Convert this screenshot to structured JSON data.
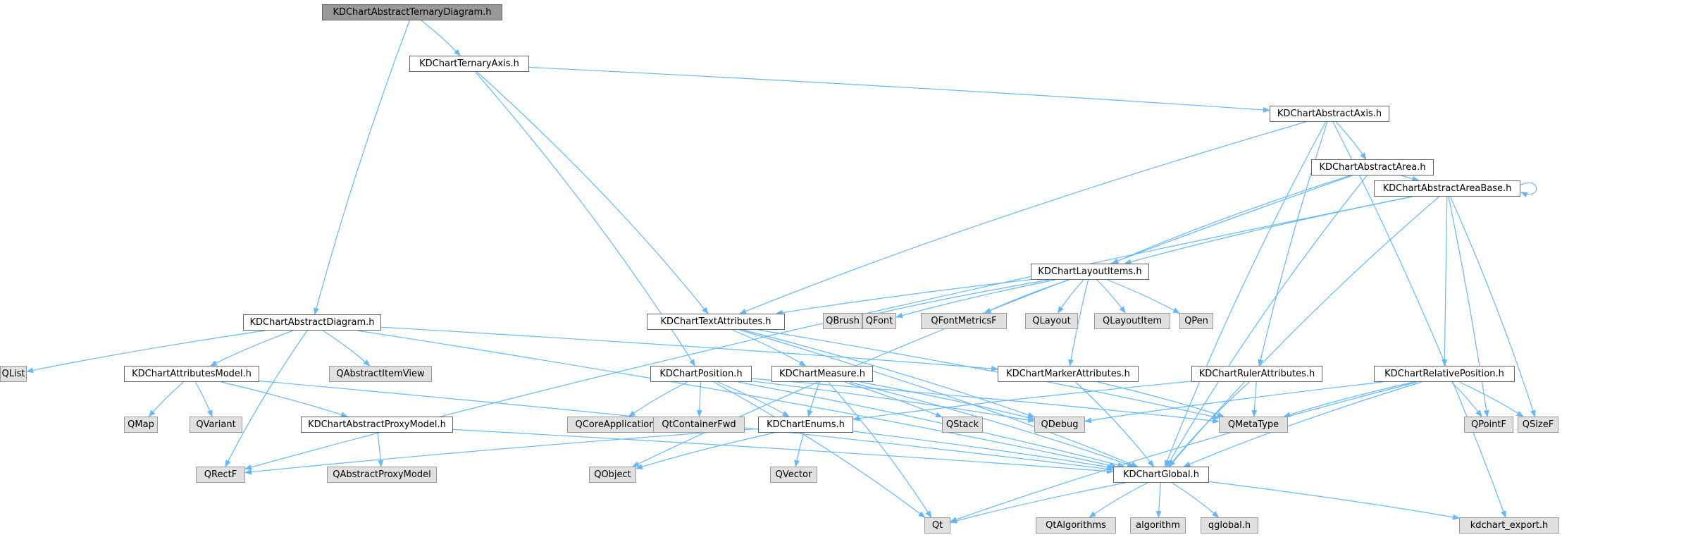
{
  "colors": {
    "edge": "#63b8ff",
    "root_fill": "#999999",
    "header_fill": "#ffffff",
    "external_fill": "#e0e0e0"
  },
  "nodes": [
    {
      "id": "KDChartAbstractTernaryDiagram.h",
      "kind": "root"
    },
    {
      "id": "KDChartTernaryAxis.h",
      "kind": "header"
    },
    {
      "id": "KDChartAbstractAxis.h",
      "kind": "header"
    },
    {
      "id": "KDChartAbstractArea.h",
      "kind": "header"
    },
    {
      "id": "KDChartAbstractAreaBase.h",
      "kind": "header"
    },
    {
      "id": "KDChartLayoutItems.h",
      "kind": "header"
    },
    {
      "id": "KDChartAbstractDiagram.h",
      "kind": "header"
    },
    {
      "id": "KDChartTextAttributes.h",
      "kind": "header"
    },
    {
      "id": "QBrush",
      "kind": "external"
    },
    {
      "id": "QFont",
      "kind": "external"
    },
    {
      "id": "QFontMetricsF",
      "kind": "external"
    },
    {
      "id": "QLayout",
      "kind": "external"
    },
    {
      "id": "QLayoutItem",
      "kind": "external"
    },
    {
      "id": "QPen",
      "kind": "external"
    },
    {
      "id": "QList",
      "kind": "external"
    },
    {
      "id": "QAbstractItemView",
      "kind": "external"
    },
    {
      "id": "KDChartAttributesModel.h",
      "kind": "header"
    },
    {
      "id": "KDChartPosition.h",
      "kind": "header"
    },
    {
      "id": "KDChartMeasure.h",
      "kind": "header"
    },
    {
      "id": "KDChartMarkerAttributes.h",
      "kind": "header"
    },
    {
      "id": "KDChartRulerAttributes.h",
      "kind": "header"
    },
    {
      "id": "KDChartRelativePosition.h",
      "kind": "header"
    },
    {
      "id": "QMap",
      "kind": "external"
    },
    {
      "id": "QVariant",
      "kind": "external"
    },
    {
      "id": "KDChartAbstractProxyModel.h",
      "kind": "header"
    },
    {
      "id": "QCoreApplication",
      "kind": "external"
    },
    {
      "id": "QtContainerFwd",
      "kind": "external"
    },
    {
      "id": "KDChartEnums.h",
      "kind": "header"
    },
    {
      "id": "QStack",
      "kind": "external"
    },
    {
      "id": "QDebug",
      "kind": "external"
    },
    {
      "id": "QMetaType",
      "kind": "external"
    },
    {
      "id": "QPointF",
      "kind": "external"
    },
    {
      "id": "QSizeF",
      "kind": "external"
    },
    {
      "id": "QRectF",
      "kind": "external"
    },
    {
      "id": "QAbstractProxyModel",
      "kind": "external"
    },
    {
      "id": "QObject",
      "kind": "external"
    },
    {
      "id": "QVector",
      "kind": "external"
    },
    {
      "id": "KDChartGlobal.h",
      "kind": "header"
    },
    {
      "id": "Qt",
      "kind": "external"
    },
    {
      "id": "QtAlgorithms",
      "kind": "external"
    },
    {
      "id": "algorithm",
      "kind": "external"
    },
    {
      "id": "qglobal.h",
      "kind": "external"
    },
    {
      "id": "kdchart_export.h",
      "kind": "external"
    }
  ],
  "edges": [
    [
      "KDChartAbstractTernaryDiagram.h",
      "KDChartTernaryAxis.h"
    ],
    [
      "KDChartAbstractTernaryDiagram.h",
      "KDChartAbstractDiagram.h"
    ],
    [
      "KDChartTernaryAxis.h",
      "KDChartAbstractAxis.h"
    ],
    [
      "KDChartTernaryAxis.h",
      "KDChartTextAttributes.h"
    ],
    [
      "KDChartTernaryAxis.h",
      "KDChartPosition.h"
    ],
    [
      "KDChartAbstractAxis.h",
      "KDChartAbstractArea.h"
    ],
    [
      "KDChartAbstractAxis.h",
      "KDChartTextAttributes.h"
    ],
    [
      "KDChartAbstractAxis.h",
      "KDChartRulerAttributes.h"
    ],
    [
      "KDChartAbstractAxis.h",
      "KDChartGlobal.h"
    ],
    [
      "KDChartAbstractAxis.h",
      "kdchart_export.h"
    ],
    [
      "KDChartAbstractArea.h",
      "KDChartAbstractAreaBase.h"
    ],
    [
      "KDChartAbstractArea.h",
      "KDChartLayoutItems.h"
    ],
    [
      "KDChartAbstractArea.h",
      "QObject"
    ],
    [
      "KDChartAbstractArea.h",
      "KDChartGlobal.h"
    ],
    [
      "KDChartAbstractAreaBase.h",
      "KDChartAbstractAreaBase.h"
    ],
    [
      "KDChartAbstractAreaBase.h",
      "KDChartLayoutItems.h"
    ],
    [
      "KDChartAbstractAreaBase.h",
      "KDChartRelativePosition.h"
    ],
    [
      "KDChartAbstractAreaBase.h",
      "QPointF"
    ],
    [
      "KDChartAbstractAreaBase.h",
      "QSizeF"
    ],
    [
      "KDChartAbstractAreaBase.h",
      "QRectF"
    ],
    [
      "KDChartAbstractAreaBase.h",
      "KDChartGlobal.h"
    ],
    [
      "KDChartLayoutItems.h",
      "KDChartTextAttributes.h"
    ],
    [
      "KDChartLayoutItems.h",
      "QBrush"
    ],
    [
      "KDChartLayoutItems.h",
      "QFont"
    ],
    [
      "KDChartLayoutItems.h",
      "QFontMetricsF"
    ],
    [
      "KDChartLayoutItems.h",
      "QLayout"
    ],
    [
      "KDChartLayoutItems.h",
      "QLayoutItem"
    ],
    [
      "KDChartLayoutItems.h",
      "QPen"
    ],
    [
      "KDChartLayoutItems.h",
      "KDChartMarkerAttributes.h"
    ],
    [
      "KDChartAbstractDiagram.h",
      "QList"
    ],
    [
      "KDChartAbstractDiagram.h",
      "QAbstractItemView"
    ],
    [
      "KDChartAbstractDiagram.h",
      "KDChartAttributesModel.h"
    ],
    [
      "KDChartAbstractDiagram.h",
      "KDChartMarkerAttributes.h"
    ],
    [
      "KDChartAbstractDiagram.h",
      "QRectF"
    ],
    [
      "KDChartAbstractDiagram.h",
      "KDChartGlobal.h"
    ],
    [
      "KDChartTextAttributes.h",
      "KDChartMeasure.h"
    ],
    [
      "KDChartTextAttributes.h",
      "QDebug"
    ],
    [
      "KDChartTextAttributes.h",
      "QMetaType"
    ],
    [
      "KDChartTextAttributes.h",
      "KDChartGlobal.h"
    ],
    [
      "KDChartAttributesModel.h",
      "QMap"
    ],
    [
      "KDChartAttributesModel.h",
      "QVariant"
    ],
    [
      "KDChartAttributesModel.h",
      "KDChartAbstractProxyModel.h"
    ],
    [
      "KDChartAttributesModel.h",
      "KDChartGlobal.h"
    ],
    [
      "KDChartAbstractProxyModel.h",
      "QAbstractProxyModel"
    ],
    [
      "KDChartAbstractProxyModel.h",
      "KDChartGlobal.h"
    ],
    [
      "KDChartPosition.h",
      "QCoreApplication"
    ],
    [
      "KDChartPosition.h",
      "QtContainerFwd"
    ],
    [
      "KDChartPosition.h",
      "KDChartEnums.h"
    ],
    [
      "KDChartPosition.h",
      "QDebug"
    ],
    [
      "KDChartPosition.h",
      "QMetaType"
    ],
    [
      "KDChartPosition.h",
      "KDChartGlobal.h"
    ],
    [
      "KDChartPosition.h",
      "Qt"
    ],
    [
      "KDChartMeasure.h",
      "KDChartEnums.h"
    ],
    [
      "KDChartMeasure.h",
      "QStack"
    ],
    [
      "KDChartMeasure.h",
      "QDebug"
    ],
    [
      "KDChartMeasure.h",
      "KDChartGlobal.h"
    ],
    [
      "KDChartMeasure.h",
      "Qt"
    ],
    [
      "KDChartEnums.h",
      "QRectF"
    ],
    [
      "KDChartEnums.h",
      "QObject"
    ],
    [
      "KDChartEnums.h",
      "QVector"
    ],
    [
      "KDChartEnums.h",
      "KDChartGlobal.h"
    ],
    [
      "KDChartMarkerAttributes.h",
      "QMetaType"
    ],
    [
      "KDChartMarkerAttributes.h",
      "KDChartGlobal.h"
    ],
    [
      "KDChartRulerAttributes.h",
      "KDChartEnums.h"
    ],
    [
      "KDChartRulerAttributes.h",
      "QMetaType"
    ],
    [
      "KDChartRulerAttributes.h",
      "KDChartGlobal.h"
    ],
    [
      "KDChartRelativePosition.h",
      "QDebug"
    ],
    [
      "KDChartRelativePosition.h",
      "QMetaType"
    ],
    [
      "KDChartRelativePosition.h",
      "QPointF"
    ],
    [
      "KDChartRelativePosition.h",
      "QSizeF"
    ],
    [
      "KDChartRelativePosition.h",
      "KDChartGlobal.h"
    ],
    [
      "KDChartRelativePosition.h",
      "Qt"
    ],
    [
      "KDChartGlobal.h",
      "Qt"
    ],
    [
      "KDChartGlobal.h",
      "QtAlgorithms"
    ],
    [
      "KDChartGlobal.h",
      "algorithm"
    ],
    [
      "KDChartGlobal.h",
      "qglobal.h"
    ],
    [
      "KDChartGlobal.h",
      "kdchart_export.h"
    ]
  ]
}
